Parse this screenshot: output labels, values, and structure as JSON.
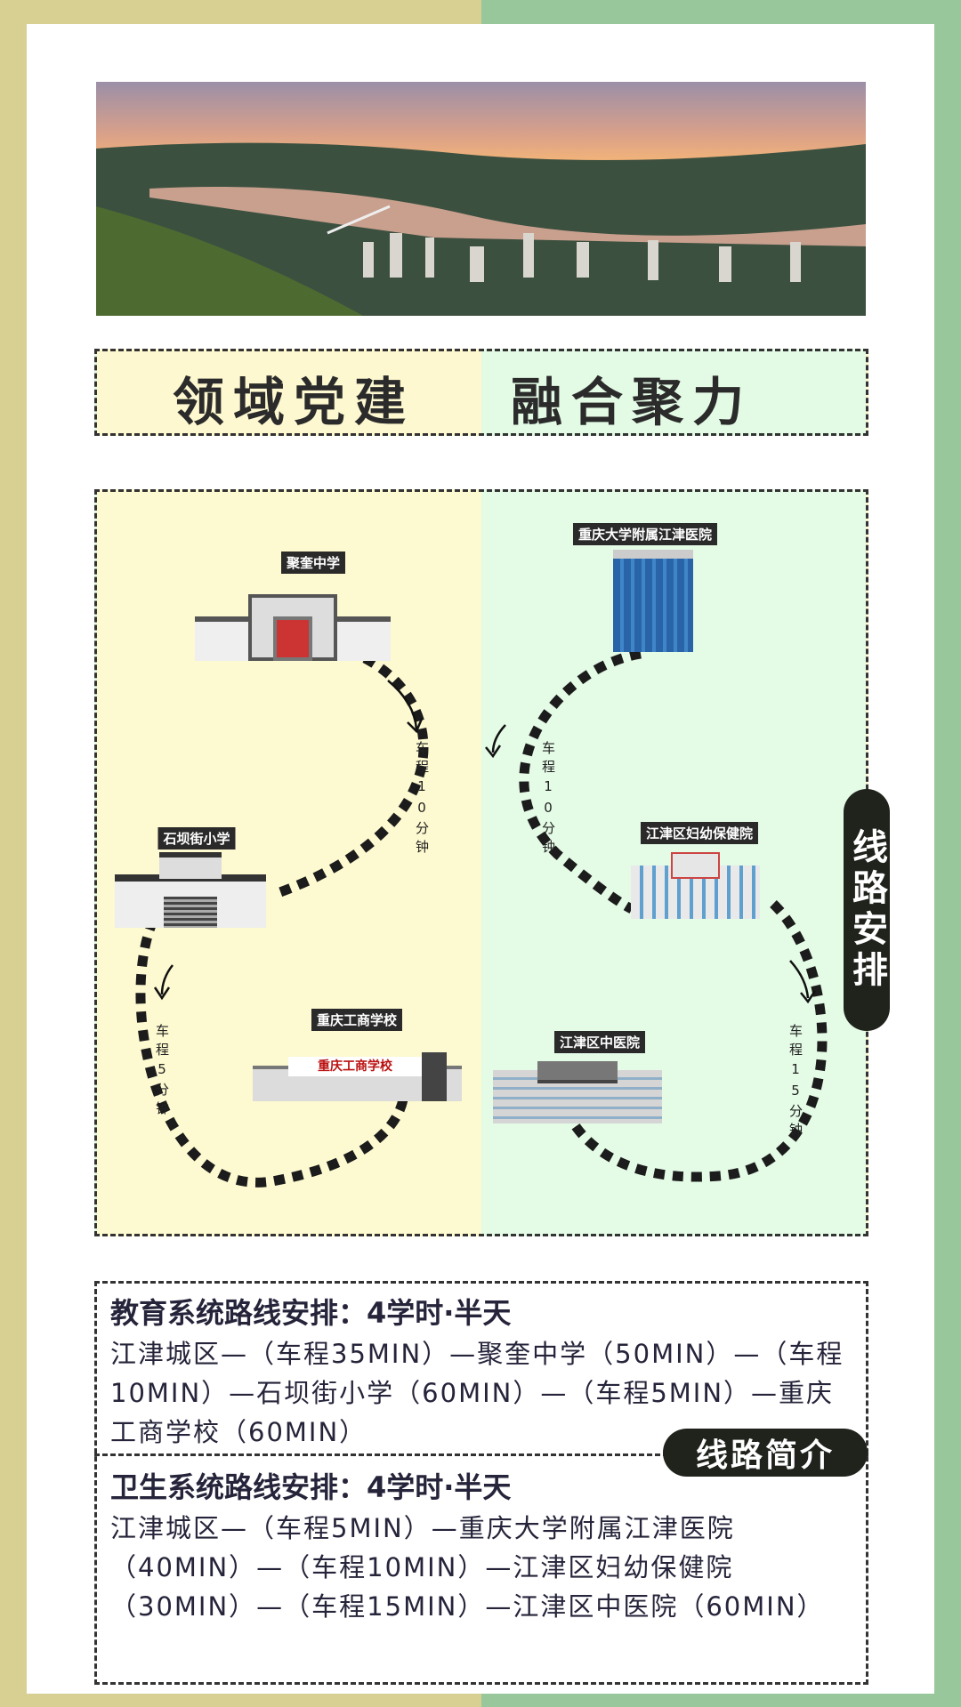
{
  "header": {
    "title_left": "领域党建",
    "title_right": "融合聚力"
  },
  "map": {
    "badge": "线路安排",
    "locations": [
      "聚奎中学",
      "石坝街小学",
      "重庆工商学校",
      "重庆大学附属江津医院",
      "江津区妇幼保健院",
      "江津区中医院"
    ],
    "drive_times": [
      "车程10分钟",
      "车程5分钟",
      "车程10分钟",
      "车程15分钟"
    ]
  },
  "intro": {
    "badge": "线路简介",
    "education": {
      "title": "教育系统路线安排：4学时·半天",
      "route": "江津城区—（车程35MIN）—聚奎中学（50MIN）—（车程10MIN）—石坝街小学（60MIN）—（车程5MIN）—重庆工商学校（60MIN）"
    },
    "health": {
      "title": "卫生系统路线安排：4学时·半天",
      "route": "江津城区—（车程5MIN）—重庆大学附属江津医院（40MIN）—（车程10MIN）—江津区妇幼保健院（30MIN）—（车程15MIN）—江津区中医院（60MIN）"
    }
  },
  "colors": {
    "left_bg": "#d8cf93",
    "right_bg": "#97c79a",
    "dark": "#1f231c"
  }
}
